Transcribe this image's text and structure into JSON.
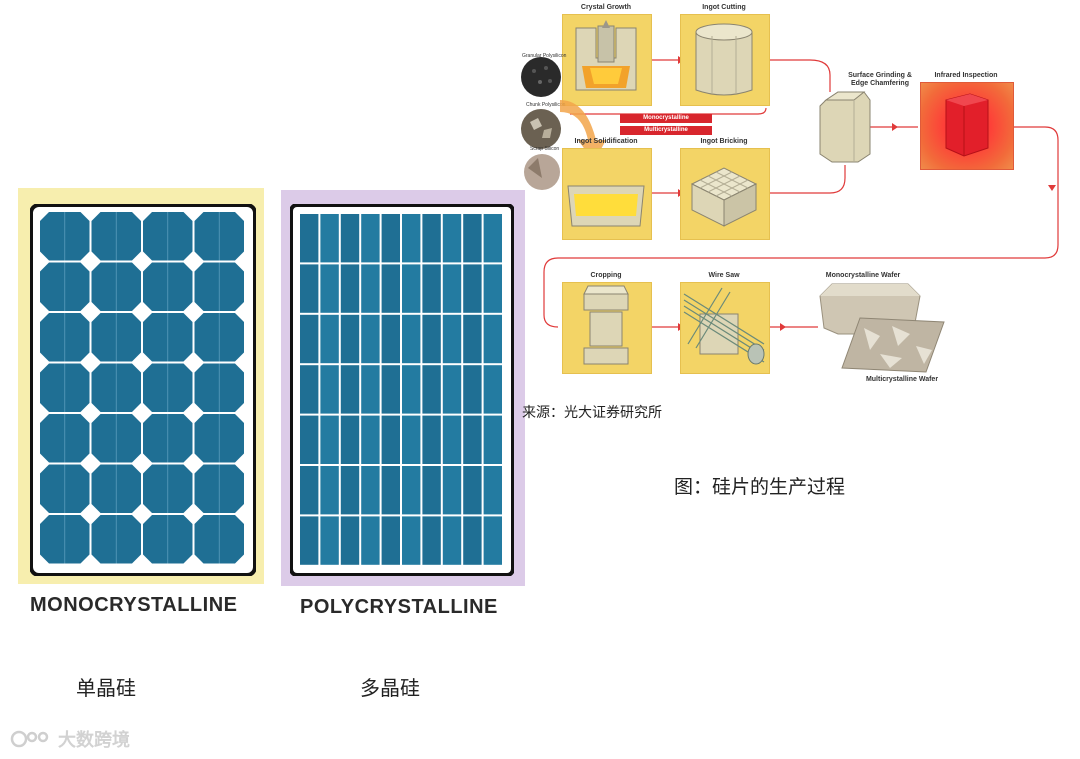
{
  "left": {
    "mono_label": "MONOCRYSTALLINE",
    "poly_label": "POLYCRYSTALLINE",
    "mono_cn": "单晶硅",
    "poly_cn": "多晶硅",
    "mono_frame_color": "#f7eeae",
    "poly_frame_color": "#dccbe8",
    "cell_color": "#1f6f94"
  },
  "process": {
    "steps": {
      "crystal_growth": "Crystal Growth",
      "ingot_cutting": "Ingot Cutting",
      "surface_grinding": "Surface Grinding &",
      "edge_chamfering": "Edge Chamfering",
      "infrared_inspection": "Infrared Inspection",
      "ingot_solidification": "Ingot Solidification",
      "ingot_bricking": "Ingot Bricking",
      "cropping": "Cropping",
      "wire_saw": "Wire Saw",
      "mono_wafer": "Monocrystalline Wafer",
      "multi_wafer": "Multicrystalline Wafer"
    },
    "tags": {
      "mono": "Monocrystalline",
      "multi": "Multicrystalline"
    },
    "raw_labels": [
      "Granular Polysilicon",
      "Chunk Polysilicon",
      "Scrap Silicon"
    ],
    "source": "来源：光大证券研究所",
    "figure_caption": "图：硅片的生产过程"
  },
  "watermark": "大数跨境"
}
